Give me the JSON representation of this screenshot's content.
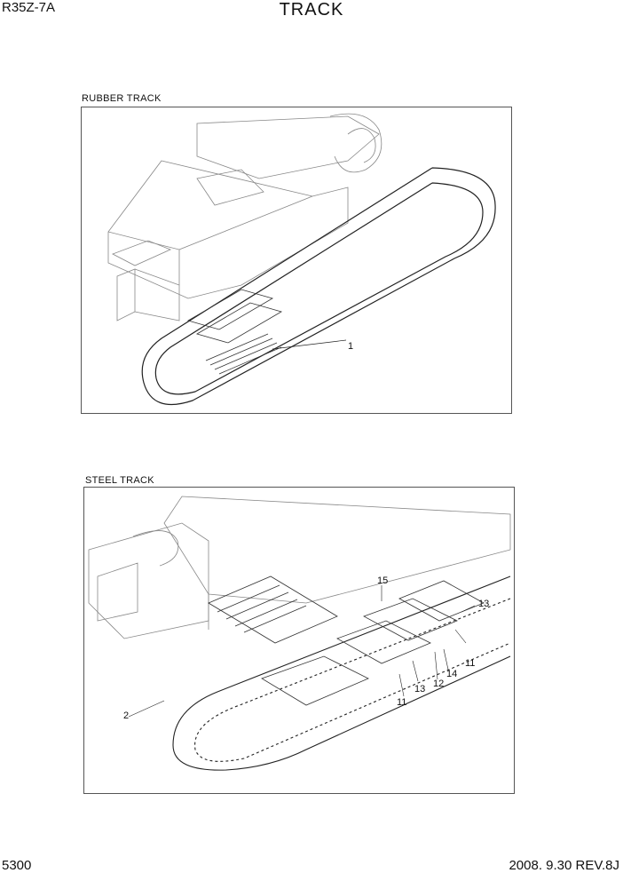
{
  "header": {
    "model": "R35Z-7A",
    "title": "TRACK"
  },
  "sections": {
    "rubber": {
      "label": "RUBBER TRACK",
      "callouts": [
        "1"
      ]
    },
    "steel": {
      "label": "STEEL TRACK",
      "callouts": [
        "15",
        "13",
        "11",
        "14",
        "12",
        "13",
        "11",
        "2"
      ]
    }
  },
  "footer": {
    "page": "5300",
    "date_rev": "2008. 9.30  REV.8J"
  }
}
